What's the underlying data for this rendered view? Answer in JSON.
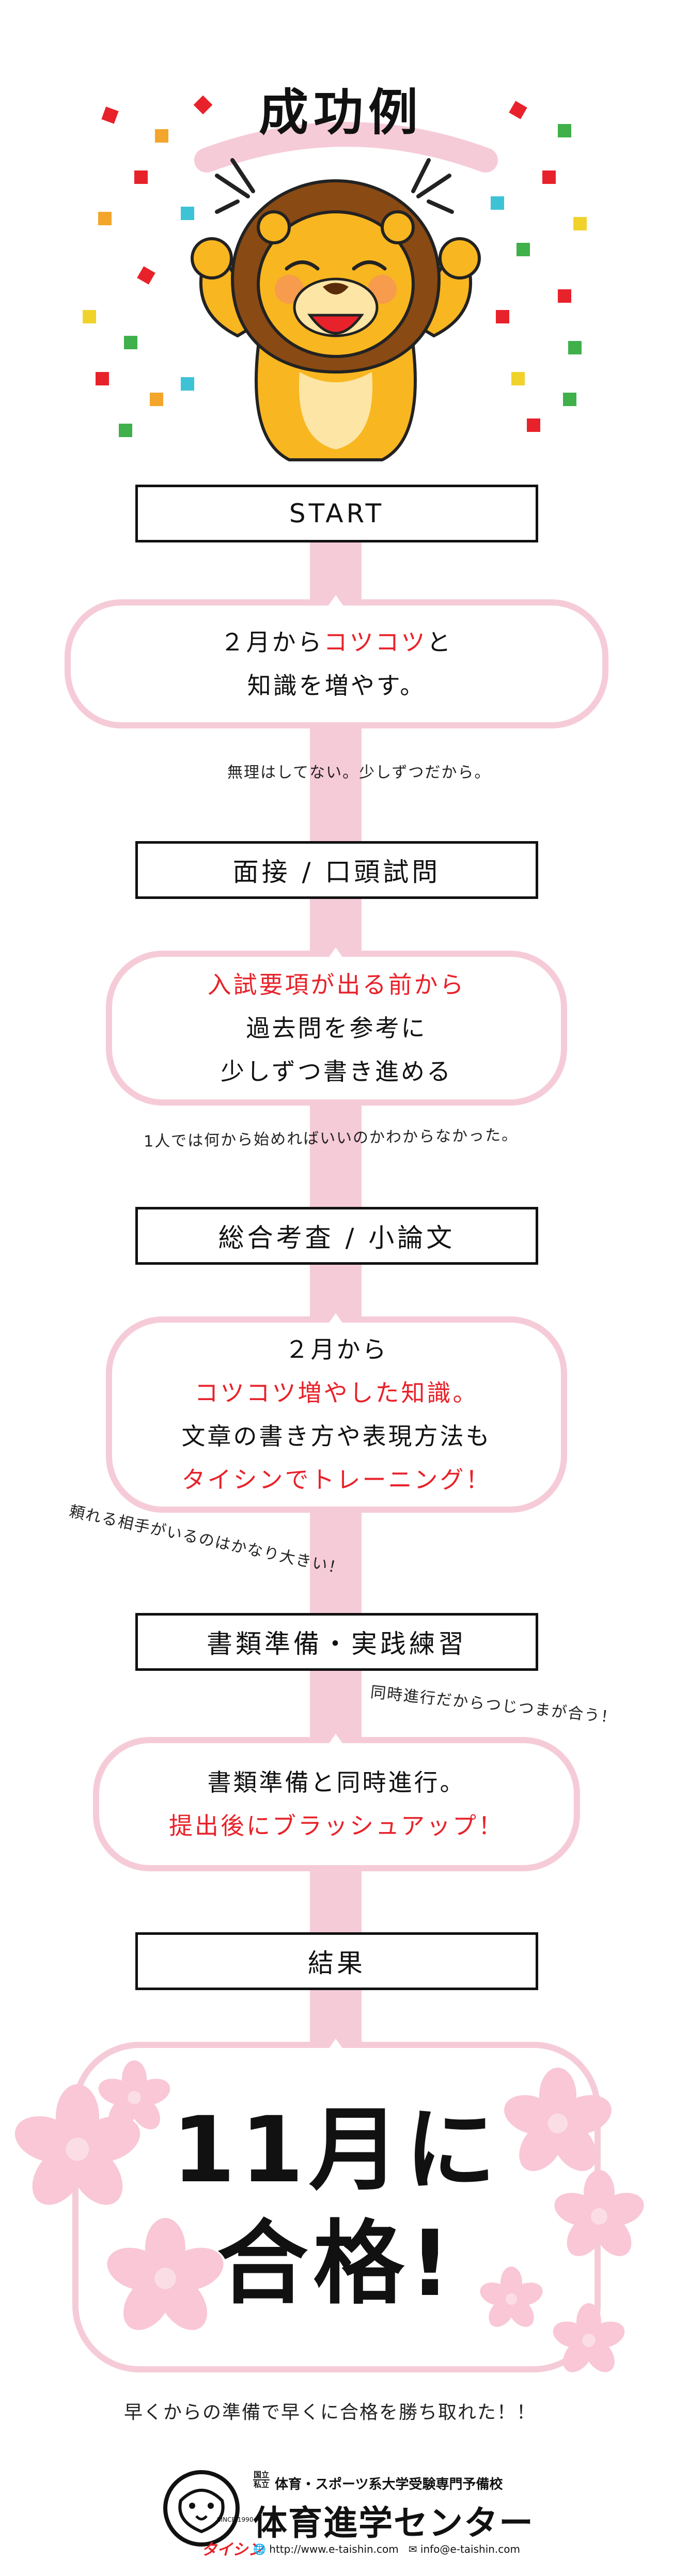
{
  "title": "成功例",
  "steps": {
    "start": {
      "header": "START",
      "line1_a": "２月から",
      "line1_b": "コツコツ",
      "line1_c": "と",
      "line2": "知識を増やす。",
      "note": "無理はしてない。少しずつだから。"
    },
    "interview": {
      "header": "面接 / 口頭試問",
      "line1": "入試要項が出る前から",
      "line2": "過去問を参考に",
      "line3": "少しずつ書き進める",
      "note": "1人では何から始めればいいのかわからなかった。"
    },
    "essay": {
      "header": "総合考査 / 小論文",
      "line1": "２月から",
      "line2": "コツコツ増やした知識。",
      "line3": "文章の書き方や表現方法も",
      "line4": "タイシンでトレーニング！",
      "note": "頼れる相手がいるのはかなり大きい！"
    },
    "documents": {
      "header": "書類準備・実践練習",
      "line1": "書類準備と同時進行。",
      "line2": "提出後にブラッシュアップ！",
      "note": "同時進行だからつじつまが合う！"
    },
    "result": {
      "header": "結果",
      "line1": "11月に",
      "line2": "合格!"
    }
  },
  "closing_note": "早くからの準備で早くに合格を勝ち取れた！！",
  "footer": {
    "badge_top": "国立",
    "badge_bottom": "私立",
    "tagline": "体育・スポーツ系大学受験専門予備校",
    "brand": "体育進学センター",
    "logo_script": "タイシン",
    "logo_since": "SINCE 1990",
    "url": "http://www.e-taishin.com",
    "email": "info@e-taishin.com"
  },
  "colors": {
    "accent_red": "#e8222a",
    "spine_pink": "#f6cbd8",
    "lion_mane": "#8a4a14",
    "lion_face": "#f8b620"
  }
}
